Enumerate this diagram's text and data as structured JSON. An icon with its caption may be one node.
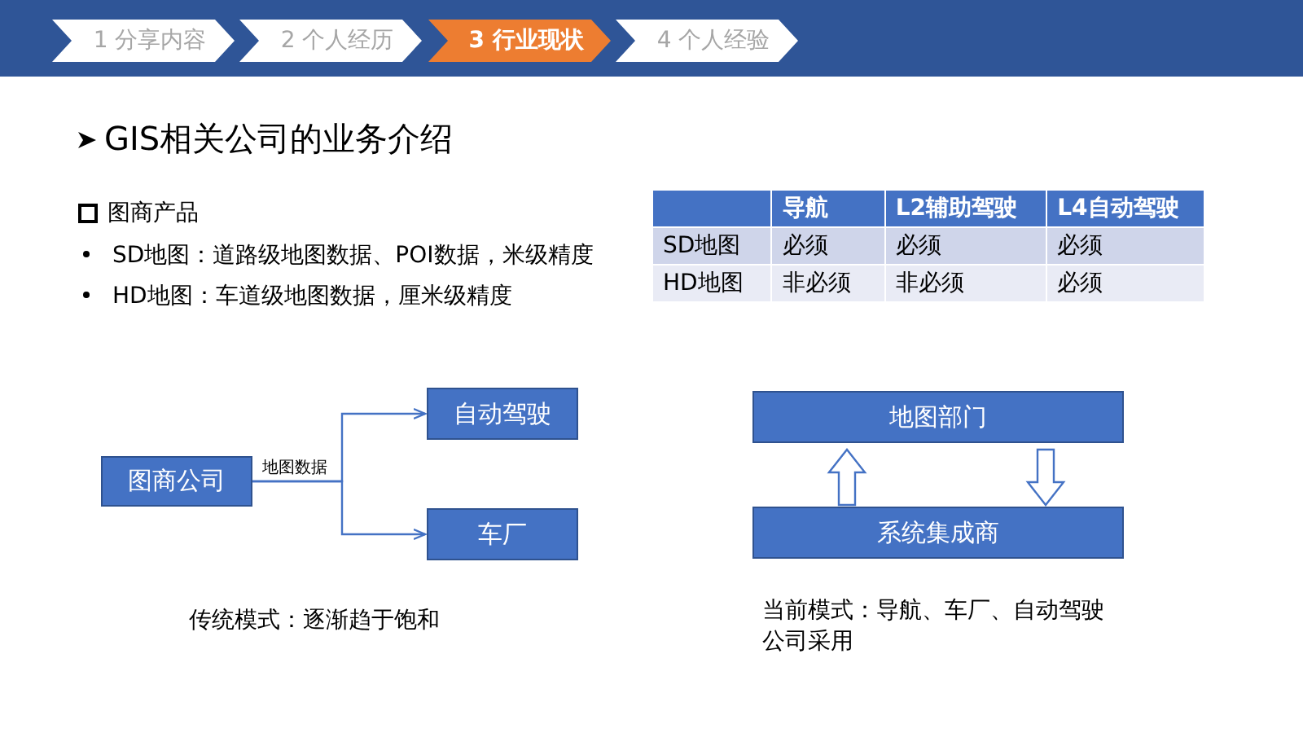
{
  "diagram": {
    "title": "GIS相关公司的业务介绍",
    "nodes": [
      {
        "text": [
          "图商公司"
        ]
      },
      {
        "text": [
          "自动驾驶"
        ]
      },
      {
        "text": [
          "车厂"
        ]
      },
      {
        "text": [
          "地图部门"
        ]
      },
      {
        "text": [
          "系统集成商"
        ]
      }
    ],
    "edges": [
      {
        "from": 0,
        "to": 1,
        "arrow": "to",
        "label": "地图数据"
      },
      {
        "from": 0,
        "to": 2,
        "arrow": "to"
      },
      {
        "from": 4,
        "to": 3,
        "arrow": "to",
        "style": "thick"
      },
      {
        "from": 3,
        "to": 4,
        "arrow": "to",
        "style": "thick"
      }
    ],
    "labels": [
      "1 分享内容",
      "2 个人经历",
      "3 行业现状",
      "4 个人经验",
      "图商产品",
      "SD地图：道路级地图数据、POI数据，米级精度",
      "HD地图：车道级地图数据，厘米级精度",
      "导航",
      "L2辅助驾驶",
      "L4自动驾驶",
      "SD地图",
      "必须",
      "必须",
      "必须",
      "HD地图",
      "非必须",
      "非必须",
      "必须",
      "传统模式：逐渐趋于饱和",
      "当前模式：导航、车厂、自动驾驶公司采用"
    ]
  }
}
